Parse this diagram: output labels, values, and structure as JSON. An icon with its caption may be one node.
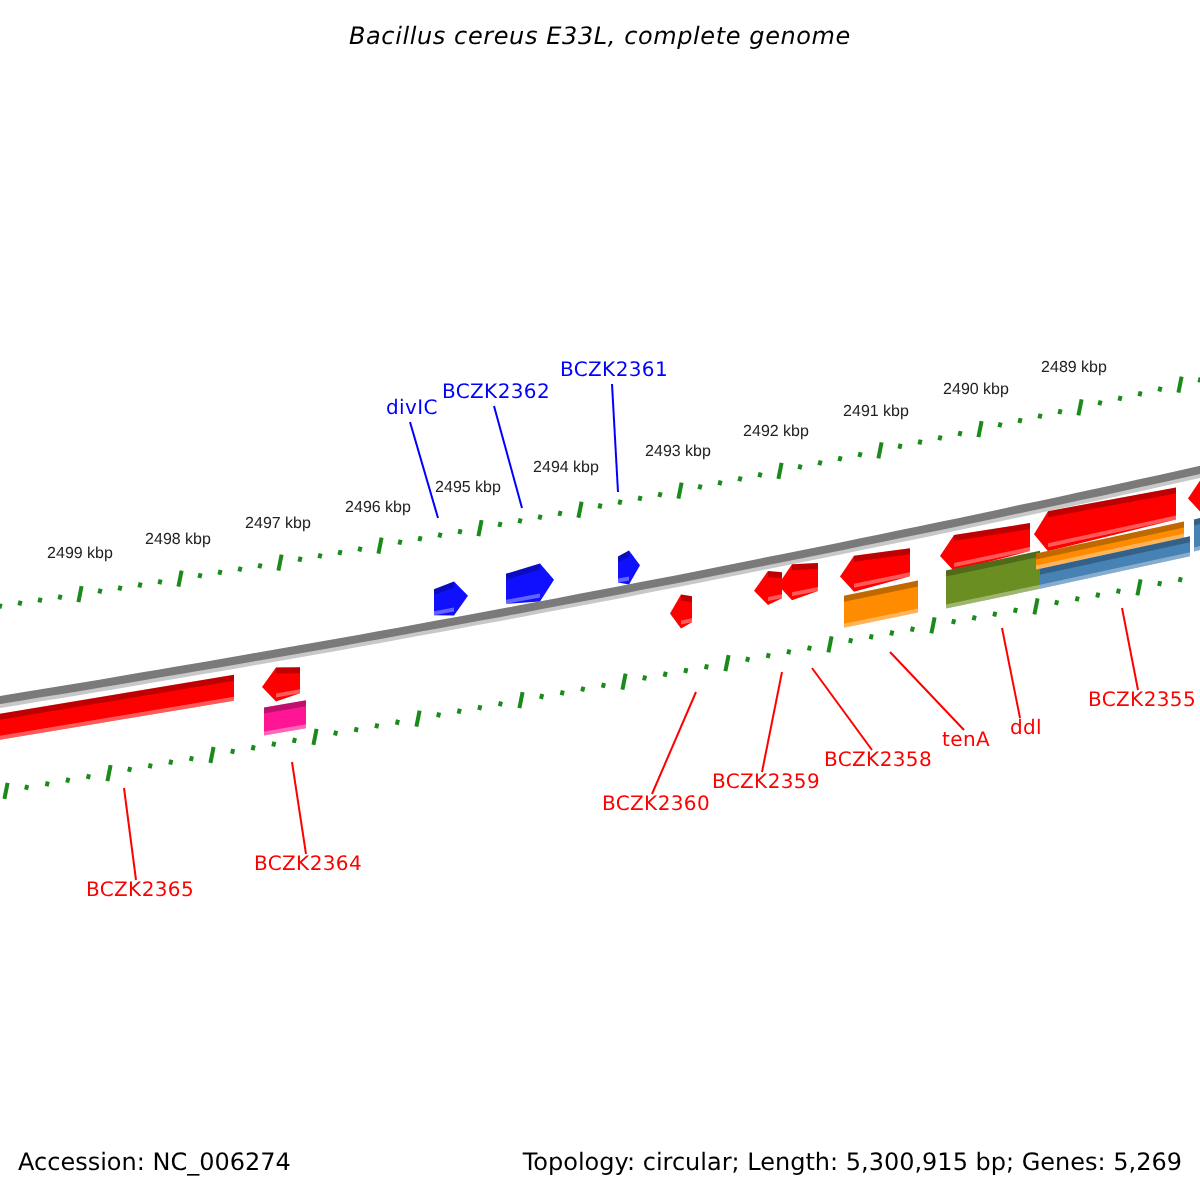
{
  "diagram": {
    "title": "Bacillus cereus E33L, complete genome",
    "nodes": [
      {
        "text": [
          "divIC"
        ]
      },
      {
        "text": [
          "BCZK2362"
        ]
      },
      {
        "text": [
          "BCZK2361"
        ]
      },
      {
        "text": [
          "BCZK2365"
        ]
      },
      {
        "text": [
          "BCZK2364"
        ]
      },
      {
        "text": [
          "BCZK2360"
        ]
      },
      {
        "text": [
          "BCZK2359"
        ]
      },
      {
        "text": [
          "BCZK2358"
        ]
      },
      {
        "text": [
          "tenA"
        ]
      },
      {
        "text": [
          "ddl"
        ]
      },
      {
        "text": [
          "BCZK2355"
        ]
      }
    ],
    "edges": [
      {
        "from": 0,
        "to": null,
        "arrow": "none",
        "color": "#0000ff"
      },
      {
        "from": 1,
        "to": null,
        "arrow": "none",
        "color": "#0000ff"
      },
      {
        "from": 2,
        "to": null,
        "arrow": "none",
        "color": "#0000ff"
      },
      {
        "from": 3,
        "to": null,
        "arrow": "none"
      },
      {
        "from": 4,
        "to": null,
        "arrow": "none"
      },
      {
        "from": 5,
        "to": null,
        "arrow": "none"
      },
      {
        "from": 6,
        "to": null,
        "arrow": "none"
      },
      {
        "from": 7,
        "to": null,
        "arrow": "none"
      },
      {
        "from": 8,
        "to": null,
        "arrow": "none"
      },
      {
        "from": 9,
        "to": null,
        "arrow": "none"
      },
      {
        "from": 10,
        "to": null,
        "arrow": "none"
      }
    ],
    "labels": [
      "2499 kbp",
      "2498 kbp",
      "2497 kbp",
      "2496 kbp",
      "2495 kbp",
      "2494 kbp",
      "2493 kbp",
      "2492 kbp",
      "2491 kbp",
      "2490 kbp",
      "2489 kbp",
      "Accession: NC_006274",
      "Topology: circular; Length: 5,300,915 bp; Genes: 5,269"
    ]
  }
}
